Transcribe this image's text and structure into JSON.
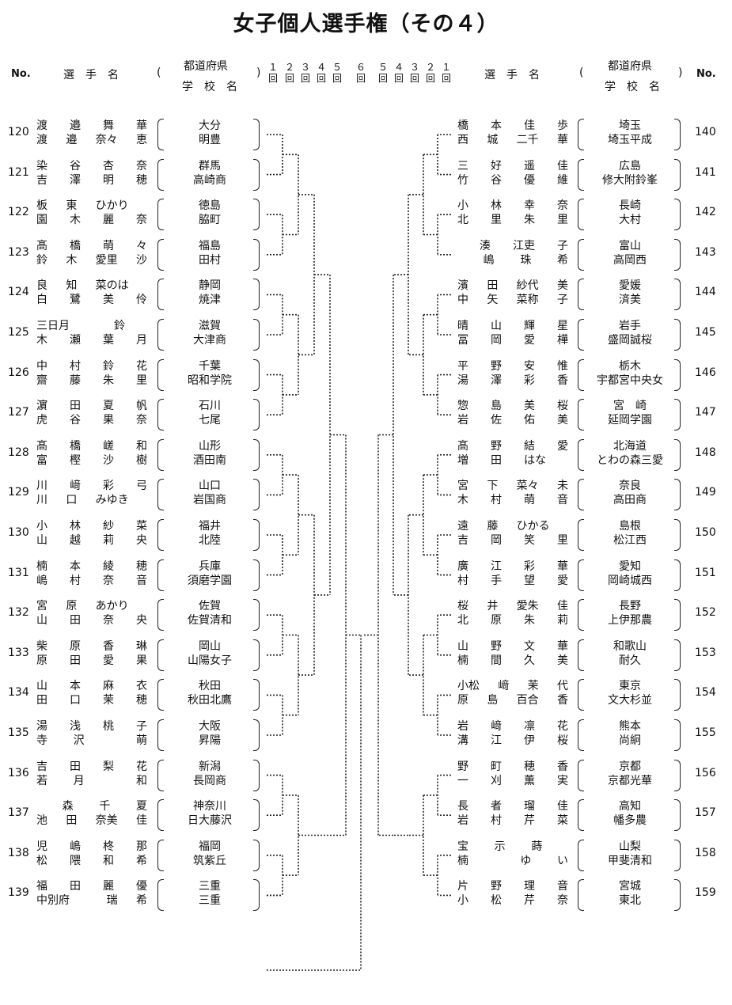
{
  "title": "女子個人選手権（その４）",
  "header": {
    "no": "No.",
    "player": "選　手　名",
    "paren_open": "(",
    "paren_close": ")",
    "pref": "都道府県",
    "school": "学　校　名",
    "rounds_left": [
      "１",
      "２",
      "３",
      "４",
      "５",
      "６"
    ],
    "rounds_right": [
      "５",
      "４",
      "３",
      "２",
      "１"
    ],
    "round_unit": "回"
  },
  "left": [
    {
      "no": "120",
      "p1": [
        "渡",
        "邉",
        "舞",
        "華"
      ],
      "p2": [
        "渡",
        "邉",
        "奈々",
        "恵"
      ],
      "pref": "大分",
      "school": "明豊"
    },
    {
      "no": "121",
      "p1": [
        "染",
        "谷",
        "杏",
        "奈"
      ],
      "p2": [
        "吉",
        "澤",
        "明",
        "穂"
      ],
      "pref": "群馬",
      "school": "高崎商"
    },
    {
      "no": "122",
      "p1": [
        "板",
        "東",
        "ひかり",
        ""
      ],
      "p2": [
        "園",
        "木",
        "麗",
        "奈"
      ],
      "pref": "徳島",
      "school": "脇町"
    },
    {
      "no": "123",
      "p1": [
        "髙",
        "橋",
        "萌",
        "々"
      ],
      "p2": [
        "鈴",
        "木",
        "愛里",
        "沙"
      ],
      "pref": "福島",
      "school": "田村"
    },
    {
      "no": "124",
      "p1": [
        "良",
        "知",
        "菜のは",
        ""
      ],
      "p2": [
        "白",
        "鷺",
        "美",
        "伶"
      ],
      "pref": "静岡",
      "school": "焼津"
    },
    {
      "no": "125",
      "p1": [
        "三日月",
        "",
        "鈴",
        ""
      ],
      "p2": [
        "木",
        "瀬",
        "葉",
        "月"
      ],
      "pref": "滋賀",
      "school": "大津商"
    },
    {
      "no": "126",
      "p1": [
        "中",
        "村",
        "鈴",
        "花"
      ],
      "p2": [
        "齋",
        "藤",
        "朱",
        "里"
      ],
      "pref": "千葉",
      "school": "昭和学院"
    },
    {
      "no": "127",
      "p1": [
        "濵",
        "田",
        "夏",
        "帆"
      ],
      "p2": [
        "虎",
        "谷",
        "果",
        "奈"
      ],
      "pref": "石川",
      "school": "七尾"
    },
    {
      "no": "128",
      "p1": [
        "髙",
        "橋",
        "嵯",
        "和"
      ],
      "p2": [
        "富",
        "樫",
        "沙",
        "樹"
      ],
      "pref": "山形",
      "school": "酒田南"
    },
    {
      "no": "129",
      "p1": [
        "川",
        "﨑",
        "彩",
        "弓"
      ],
      "p2": [
        "川",
        "口",
        "みゆき",
        ""
      ],
      "pref": "山口",
      "school": "岩国商"
    },
    {
      "no": "130",
      "p1": [
        "小",
        "林",
        "紗",
        "菜"
      ],
      "p2": [
        "山",
        "越",
        "莉",
        "央"
      ],
      "pref": "福井",
      "school": "北陸"
    },
    {
      "no": "131",
      "p1": [
        "楠",
        "本",
        "綾",
        "穂"
      ],
      "p2": [
        "嶋",
        "村",
        "奈",
        "音"
      ],
      "pref": "兵庫",
      "school": "須磨学園"
    },
    {
      "no": "132",
      "p1": [
        "宮",
        "原",
        "あかり",
        ""
      ],
      "p2": [
        "山",
        "田",
        "奈",
        "央"
      ],
      "pref": "佐賀",
      "school": "佐賀清和"
    },
    {
      "no": "133",
      "p1": [
        "柴",
        "原",
        "香",
        "琳"
      ],
      "p2": [
        "原",
        "田",
        "愛",
        "果"
      ],
      "pref": "岡山",
      "school": "山陽女子"
    },
    {
      "no": "134",
      "p1": [
        "山",
        "本",
        "麻",
        "衣"
      ],
      "p2": [
        "田",
        "口",
        "茉",
        "穂"
      ],
      "pref": "秋田",
      "school": "秋田北鷹"
    },
    {
      "no": "135",
      "p1": [
        "湯",
        "浅",
        "桃",
        "子"
      ],
      "p2": [
        "寺",
        "沢",
        "",
        "萌"
      ],
      "pref": "大阪",
      "school": "昇陽"
    },
    {
      "no": "136",
      "p1": [
        "吉",
        "田",
        "梨",
        "花"
      ],
      "p2": [
        "若",
        "月",
        "",
        "和"
      ],
      "pref": "新潟",
      "school": "長岡商"
    },
    {
      "no": "137",
      "p1": [
        "",
        "森",
        "千",
        "夏"
      ],
      "p2": [
        "池",
        "田",
        "奈美",
        "佳"
      ],
      "pref": "神奈川",
      "school": "日大藤沢"
    },
    {
      "no": "138",
      "p1": [
        "児",
        "嶋",
        "柊",
        "那"
      ],
      "p2": [
        "松",
        "隈",
        "和",
        "希"
      ],
      "pref": "福岡",
      "school": "筑紫丘"
    },
    {
      "no": "139",
      "p1": [
        "福",
        "田",
        "麗",
        "優"
      ],
      "p2": [
        "中別府",
        "",
        "瑞",
        "希"
      ],
      "pref": "三重",
      "school": "三重"
    }
  ],
  "right": [
    {
      "no": "140",
      "p1": [
        "橋",
        "本",
        "佳",
        "歩"
      ],
      "p2": [
        "西",
        "城",
        "二千",
        "華"
      ],
      "pref": "埼玉",
      "school": "埼玉平成"
    },
    {
      "no": "141",
      "p1": [
        "三",
        "好",
        "遥",
        "佳"
      ],
      "p2": [
        "竹",
        "谷",
        "優",
        "維"
      ],
      "pref": "広島",
      "school": "修大附鈴峯"
    },
    {
      "no": "142",
      "p1": [
        "小",
        "林",
        "幸",
        "奈"
      ],
      "p2": [
        "北",
        "里",
        "朱",
        "里"
      ],
      "pref": "長崎",
      "school": "大村"
    },
    {
      "no": "143",
      "p1": [
        "",
        "湊",
        "江吏",
        "子"
      ],
      "p2": [
        "",
        "嶋",
        "珠",
        "希"
      ],
      "pref": "富山",
      "school": "高岡西"
    },
    {
      "no": "144",
      "p1": [
        "濱",
        "田",
        "紗代",
        "美"
      ],
      "p2": [
        "中",
        "矢",
        "菜称",
        "子"
      ],
      "pref": "愛媛",
      "school": "済美"
    },
    {
      "no": "145",
      "p1": [
        "晴",
        "山",
        "輝",
        "星"
      ],
      "p2": [
        "冨",
        "岡",
        "愛",
        "樺"
      ],
      "pref": "岩手",
      "school": "盛岡誠桜"
    },
    {
      "no": "146",
      "p1": [
        "平",
        "野",
        "安",
        "惟"
      ],
      "p2": [
        "湯",
        "澤",
        "彩",
        "香"
      ],
      "pref": "栃木",
      "school": "宇都宮中央女"
    },
    {
      "no": "147",
      "p1": [
        "惣",
        "島",
        "美",
        "桜"
      ],
      "p2": [
        "岩",
        "佐",
        "佑",
        "美"
      ],
      "pref": "宮　崎",
      "school": "延岡学園"
    },
    {
      "no": "148",
      "p1": [
        "髙",
        "野",
        "結",
        "愛"
      ],
      "p2": [
        "増",
        "田",
        "はな",
        ""
      ],
      "pref": "北海道",
      "school": "とわの森三愛"
    },
    {
      "no": "149",
      "p1": [
        "宮",
        "下",
        "菜々",
        "未"
      ],
      "p2": [
        "木",
        "村",
        "萌",
        "音"
      ],
      "pref": "奈良",
      "school": "高田商"
    },
    {
      "no": "150",
      "p1": [
        "遠",
        "藤",
        "ひかる",
        ""
      ],
      "p2": [
        "吉",
        "岡",
        "笑",
        "里"
      ],
      "pref": "島根",
      "school": "松江西"
    },
    {
      "no": "151",
      "p1": [
        "廣",
        "江",
        "彩",
        "華"
      ],
      "p2": [
        "村",
        "手",
        "望",
        "愛"
      ],
      "pref": "愛知",
      "school": "岡崎城西"
    },
    {
      "no": "152",
      "p1": [
        "桜",
        "井",
        "愛朱",
        "佳"
      ],
      "p2": [
        "北",
        "原",
        "朱",
        "莉"
      ],
      "pref": "長野",
      "school": "上伊那農"
    },
    {
      "no": "153",
      "p1": [
        "山",
        "野",
        "文",
        "華"
      ],
      "p2": [
        "楠",
        "間",
        "久",
        "美"
      ],
      "pref": "和歌山",
      "school": "耐久"
    },
    {
      "no": "154",
      "p1": [
        "小松",
        "﨑",
        "茉",
        "代"
      ],
      "p2": [
        "原",
        "島",
        "百合",
        "香"
      ],
      "pref": "東京",
      "school": "文大杉並"
    },
    {
      "no": "155",
      "p1": [
        "岩",
        "﨑",
        "凛",
        "花"
      ],
      "p2": [
        "溝",
        "江",
        "伊",
        "桜"
      ],
      "pref": "熊本",
      "school": "尚絅"
    },
    {
      "no": "156",
      "p1": [
        "野",
        "町",
        "穂",
        "香"
      ],
      "p2": [
        "一",
        "刈",
        "薫",
        "実"
      ],
      "pref": "京都",
      "school": "京都光華"
    },
    {
      "no": "157",
      "p1": [
        "長",
        "者",
        "瑠",
        "佳"
      ],
      "p2": [
        "岩",
        "村",
        "芹",
        "菜"
      ],
      "pref": "高知",
      "school": "幡多農"
    },
    {
      "no": "158",
      "p1": [
        "宝",
        "示",
        "蒔",
        ""
      ],
      "p2": [
        "楠",
        "",
        "ゆ",
        "い"
      ],
      "pref": "山梨",
      "school": "甲斐清和"
    },
    {
      "no": "159",
      "p1": [
        "片",
        "野",
        "理",
        "音"
      ],
      "p2": [
        "小",
        "松",
        "芹",
        "奈"
      ],
      "pref": "宮城",
      "school": "東北"
    }
  ]
}
